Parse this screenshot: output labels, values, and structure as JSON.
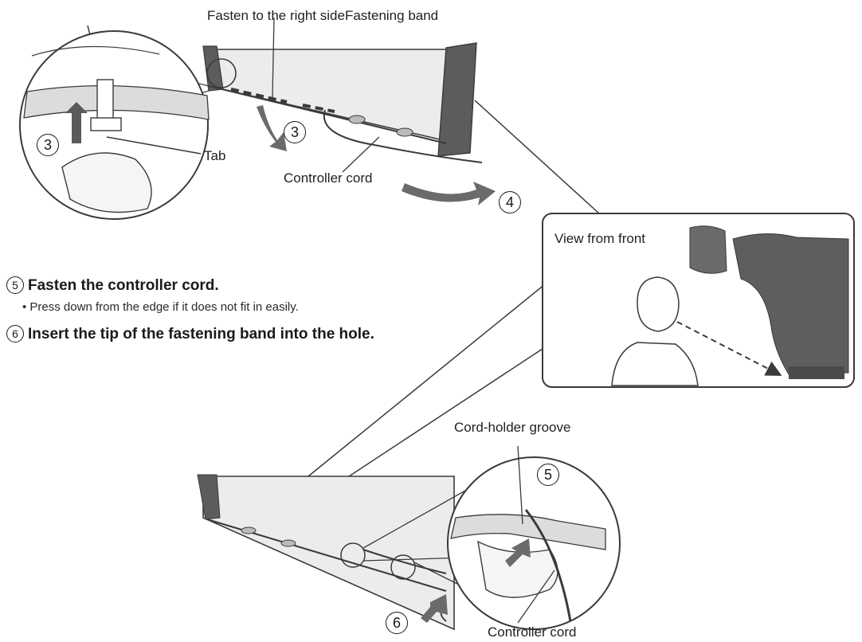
{
  "labels": {
    "fasten_right_side": "Fasten to the right side",
    "fastening_band": "Fastening band",
    "tab": "Tab",
    "controller_cord_top": "Controller cord",
    "view_from_front": "View from front",
    "cord_holder_groove": "Cord-holder groove",
    "controller_cord_bottom": "Controller cord"
  },
  "steps": [
    {
      "num": "5",
      "text": "Fasten the controller cord.",
      "note": "• Press down from the edge if it does not fit in easily."
    },
    {
      "num": "6",
      "text": "Insert the tip of the fastening band into the hole."
    }
  ],
  "callouts": {
    "c3_zoom": "3",
    "c3_arrow": "3",
    "c4": "4",
    "c5": "5",
    "c6": "6"
  },
  "colors": {
    "line": "#3a3a3a",
    "dark_part": "#5c5c5c",
    "panel": "#e9e9e9",
    "arrow": "#6b6b6b"
  }
}
